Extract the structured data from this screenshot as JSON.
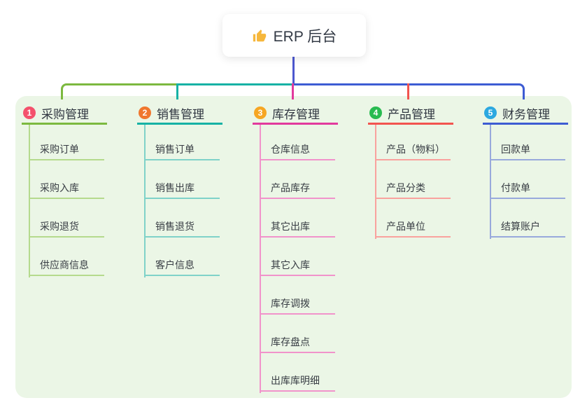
{
  "root": {
    "icon": "thumbs-up-icon",
    "label": "ERP 后台"
  },
  "branches": [
    {
      "index": "1",
      "label": "采购管理",
      "color": "#7cb93f",
      "light_color": "#b5da8d",
      "badge_color": "#f4516c",
      "children": [
        "采购订单",
        "采购入库",
        "采购退货",
        "供应商信息"
      ]
    },
    {
      "index": "2",
      "label": "销售管理",
      "color": "#16b2a5",
      "light_color": "#7fd2c9",
      "badge_color": "#f0772e",
      "children": [
        "销售订单",
        "销售出库",
        "销售退货",
        "客户信息"
      ]
    },
    {
      "index": "3",
      "label": "库存管理",
      "color": "#e23a9d",
      "light_color": "#f193cb",
      "badge_color": "#f6a623",
      "children": [
        "仓库信息",
        "产品库存",
        "其它出库",
        "其它入库",
        "库存调拨",
        "库存盘点",
        "出库库明细"
      ]
    },
    {
      "index": "4",
      "label": "产品管理",
      "color": "#f2544f",
      "light_color": "#f9a29e",
      "badge_color": "#28bb50",
      "children": [
        "产品（物料）",
        "产品分类",
        "产品单位"
      ]
    },
    {
      "index": "5",
      "label": "财务管理",
      "color": "#3d5cd3",
      "light_color": "#98a9dc",
      "badge_color": "#2ca8e0",
      "children": [
        "回款单",
        "付款单",
        "结算账户"
      ]
    }
  ],
  "colors": {
    "panel_bg": "#ebf6e6",
    "root_connector": "#4d58cf",
    "text": "#31363e"
  }
}
